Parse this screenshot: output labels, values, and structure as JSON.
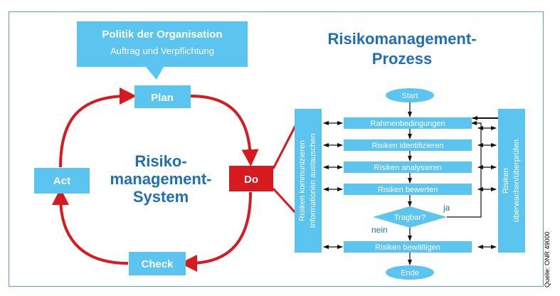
{
  "policy": {
    "title": "Politik der Organisation",
    "subtitle": "Auftrag und Verpflichtung"
  },
  "system": {
    "line1": "Risiko-",
    "line2": "management-",
    "line3": "System"
  },
  "cycle": {
    "plan": "Plan",
    "do": "Do",
    "check": "Check",
    "act": "Act"
  },
  "process": {
    "title_line1": "Risikomanagement-",
    "title_line2": "Prozess",
    "start": "Start",
    "steps": [
      "Rahmenbedingungen",
      "Risiken identifizieren",
      "Risiken analysieren",
      "Risiken bewerten"
    ],
    "decision": "Tragbar?",
    "yes": "ja",
    "no": "nein",
    "treat": "Risiken bewältigen",
    "end": "Ende"
  },
  "left_panel": {
    "line1": "Risiken kommunizieren",
    "line2": "Informationen austauschen"
  },
  "right_panel": {
    "line1": "Risiken",
    "line2": "überwachen/überprüfen"
  },
  "source": "Quelle: ONR 49000",
  "colors": {
    "box": "#5bc4ef",
    "red": "#d71920",
    "title": "#1f6fb5",
    "arrow": "#111111",
    "panel": "#5bc4ef"
  }
}
